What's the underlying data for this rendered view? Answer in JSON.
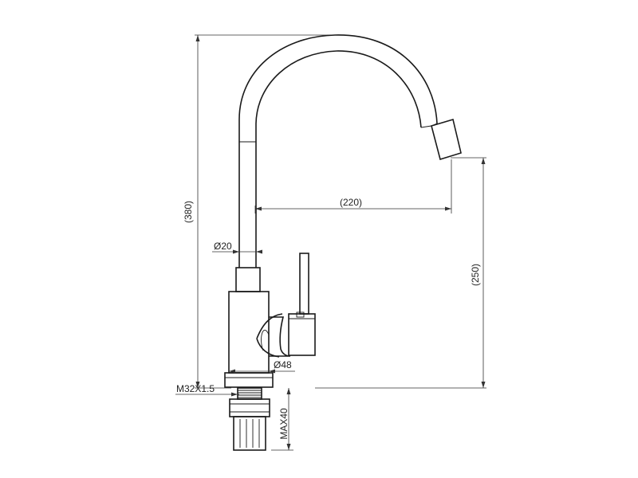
{
  "drawing": {
    "dimensions": {
      "total_height": "(380)",
      "spout_reach": "(220)",
      "spout_height": "(250)",
      "tube_diameter": "Ø20",
      "base_diameter": "Ø48",
      "thread": "M32X1.5",
      "max_mount": "MAX40"
    },
    "colors": {
      "line": "#1a1a1a",
      "background": "#ffffff"
    }
  }
}
